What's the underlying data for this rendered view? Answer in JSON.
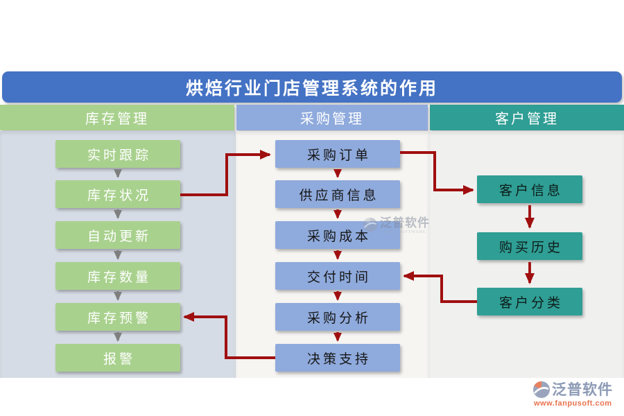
{
  "title": "烘焙行业门店管理系统的作用",
  "columns": [
    {
      "header": "库存管理",
      "items": [
        "实时跟踪",
        "库存状况",
        "自动更新",
        "库存数量",
        "库存预警",
        "报警"
      ]
    },
    {
      "header": "采购管理",
      "items": [
        "采购订单",
        "供应商信息",
        "采购成本",
        "交付时间",
        "采购分析",
        "决策支持"
      ]
    },
    {
      "header": "客户管理",
      "items": [
        "客户信息",
        "购买历史",
        "客户分类"
      ]
    }
  ],
  "connections": [
    {
      "from": "库存状况",
      "to": "采购订单"
    },
    {
      "from": "采购订单",
      "to": "客户信息"
    },
    {
      "from": "客户分类",
      "to": "交付时间"
    },
    {
      "from": "决策支持",
      "to": "库存预警"
    }
  ],
  "watermark": {
    "brand": "泛普软件",
    "caption": "FANPU SOFTWARE"
  },
  "footer": {
    "brand": "泛普软件",
    "url": "www.fanpusoft.com"
  },
  "colors": {
    "title_bar": "#4472C4",
    "inventory_green": "#A9D18E",
    "purchase_blue": "#8FAADC",
    "customer_teal": "#2F9E94",
    "connector_red": "#A00F0F",
    "flow_arrow_gray": "#7F7F7F",
    "left_panel_bg": "#D6DCE5",
    "mid_panel_bg": "#F6F5F2",
    "right_panel_bg": "#F0F0EF"
  }
}
